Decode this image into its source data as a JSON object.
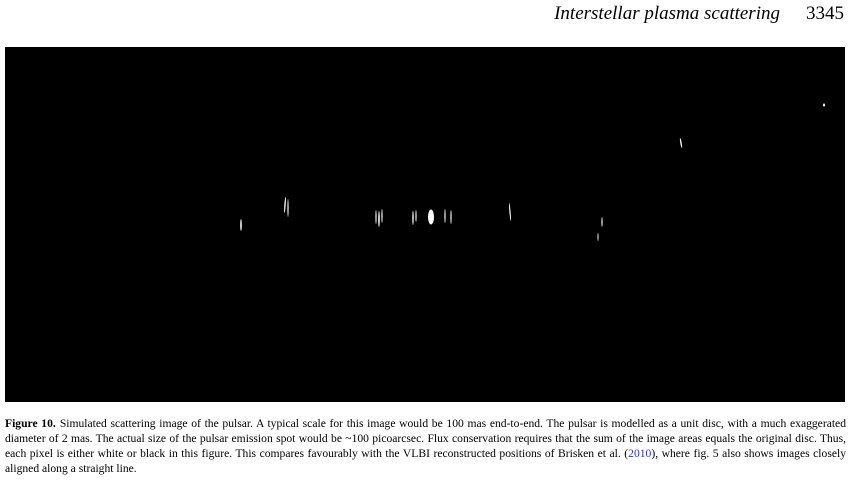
{
  "header": {
    "running_title": "Interstellar plasma scattering",
    "page_number": "3345"
  },
  "figure": {
    "background_color": "#000000",
    "speck_color": "#ffffff"
  },
  "caption": {
    "label": "Figure 10.",
    "text_before_cite": "Simulated scattering image of the pulsar. A typical scale for this image would be 100 mas end-to-end. The pulsar is modelled as a unit disc, with a much exaggerated diameter of 2 mas. The actual size of the pulsar emission spot would be ~100 picoarcsec. Flux conservation requires that the sum of the image areas equals the original disc. Thus, each pixel is either white or black in this figure. This compares favourably with the VLBI reconstructed positions of Brisken et al. (",
    "cite_year": "2010",
    "text_after_cite": "), where fig. 5 also shows images closely aligned along a straight line."
  }
}
